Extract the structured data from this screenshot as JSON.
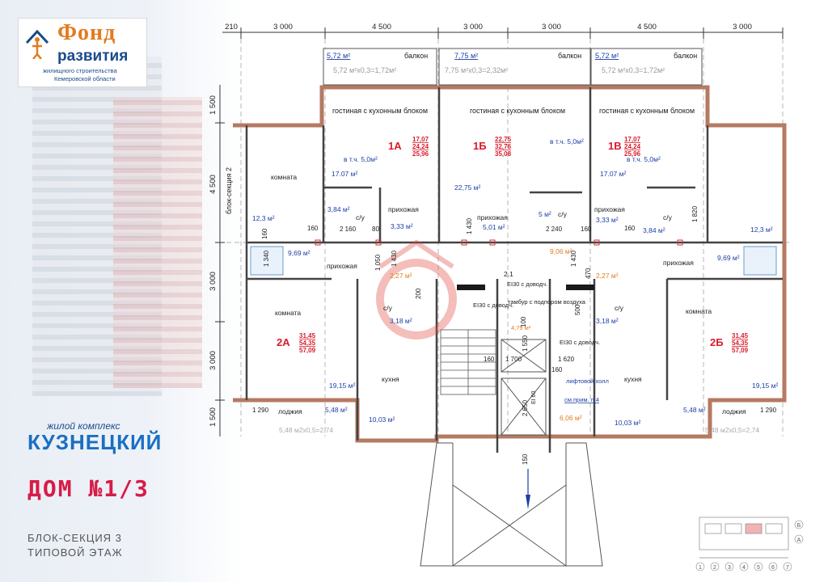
{
  "logo": {
    "line1": "Фонд",
    "line2": "развития",
    "line3": "жилищного строительства",
    "line4": "Кемеровской области"
  },
  "complex": {
    "small": "жилой комплекс",
    "name": "КУЗНЕЦКИЙ"
  },
  "house_title": "ДОМ №1/3",
  "subtitle1": "БЛОК-СЕКЦИЯ 3",
  "subtitle2": "ТИПОВОЙ ЭТАЖ",
  "dims_top": [
    "210",
    "3 000",
    "4 500",
    "3 000",
    "3 000",
    "4 500",
    "3 000"
  ],
  "dims_left": [
    "1 500",
    "4 500",
    "3 000",
    "3 000",
    "1 500"
  ],
  "balconies": [
    {
      "area": "5,72 м²",
      "label": "балкон",
      "calc": "5,72 м²х0,3=1,72м²"
    },
    {
      "area": "7,75 м²",
      "label": "балкон",
      "calc": "7,75 м²х0,3=2,32м²"
    },
    {
      "area": "5,72 м²",
      "label": "балкон",
      "calc": "5,72 м²х0,3=1,72м²"
    }
  ],
  "apartments": [
    {
      "id": "1А",
      "v1": "17,07",
      "v2": "24,24",
      "v3": "25,96"
    },
    {
      "id": "1Б",
      "v1": "22,75",
      "v2": "32,76",
      "v3": "35,08"
    },
    {
      "id": "1В",
      "v1": "17,07",
      "v2": "24,24",
      "v3": "25,96"
    },
    {
      "id": "2А",
      "v1": "31,45",
      "v2": "54,35",
      "v3": "57,09"
    },
    {
      "id": "2Б",
      "v1": "31,45",
      "v2": "54,35",
      "v3": "57,09"
    }
  ],
  "rooms": {
    "living": "гостиная с кухонным блоком",
    "incl": "в т.ч. 5,0м²",
    "area_1a": "17.07 м²",
    "area_1b": "22,75 м²",
    "area_1v": "17.07 м²",
    "komnata": "комната",
    "komnata_area": "12,3 м²",
    "prihozhaya": "прихожая",
    "su": "с/у",
    "su_a": "3,84 м²",
    "hall_a": "3,33 м²",
    "hall_b": "5,01 м²",
    "su_b": "5 м²",
    "hall_c": "3,33 м²",
    "su_c": "3,84 м²",
    "hall2": "9,69 м²",
    "hall_mid": "9,06 м²",
    "small1": "2,27 м²",
    "su2": "3,18 м²",
    "kitchen": "кухня",
    "kitchen_area": "10,03 м²",
    "room2_area": "19,15 м²",
    "loggia": "лоджия",
    "loggia_area": "5,48 м²",
    "loggia_calc": "5,48 м2х0,5=2,74",
    "ei30": "EI30 с доводч.",
    "tambur": "тамбур с подпором воздуха",
    "tambur_area": "4,79 м²",
    "lift": "лифтовой холл",
    "lift_area": "6,06 м²",
    "note": "см.прим. п.4",
    "block2": "блок-секция 2",
    "stair_num": "2.1",
    "ei60": "EI 60"
  },
  "interior_dims": {
    "d160": "160",
    "d2160": "2 160",
    "d80": "80",
    "d2240": "2 240",
    "d1430": "1 430",
    "d1820": "1 820",
    "d1340": "1 340",
    "d1050": "1 050",
    "d470": "470",
    "d200": "200",
    "d500": "500",
    "d1700": "1 700",
    "d1620": "1 620",
    "d1550": "1 550",
    "d2650": "2 650",
    "d150": "150",
    "d1290": "1 290",
    "d100": "100"
  },
  "mini_plan": {
    "axes_bottom": [
      "1",
      "2",
      "3",
      "4",
      "5",
      "6",
      "7"
    ],
    "axes_right": [
      "Б",
      "А"
    ]
  }
}
